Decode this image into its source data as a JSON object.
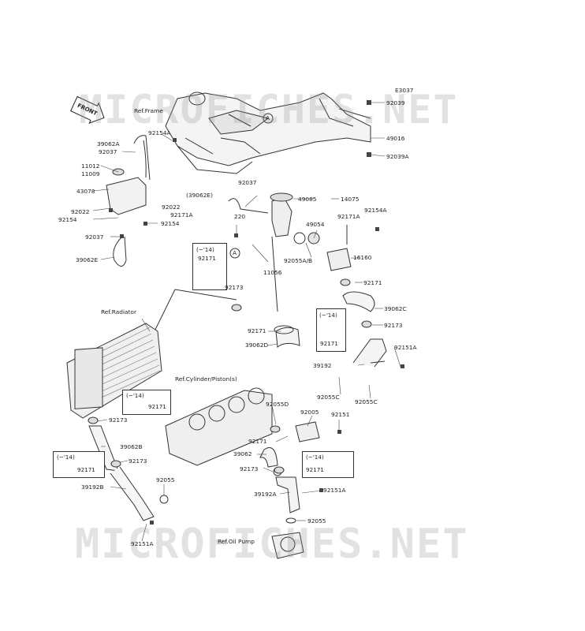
{
  "diagram": {
    "code": "E3037",
    "front_label": "FRONT",
    "watermark": "MICROFICHES.NET",
    "refs": {
      "frame": "Ref.Frame",
      "radiator": "Ref.Radiator",
      "cylinder": "Ref.Cylinder/Piston(s)",
      "oil_pump": "Ref.Oil Pump"
    },
    "callout_a": "A",
    "year_note": "(~'14)",
    "parts": {
      "p92039": "92039",
      "p49016": "49016",
      "p92039A": "92039A",
      "p92154A_top": "92154A",
      "p39062A": "39062A",
      "p92037_a": "92037",
      "p11012": "11012",
      "p11009": "11009",
      "p43078": "43078",
      "p92022_a": "92022",
      "p92022_b": "92022",
      "p92154_a": "92154",
      "p92171A_a": "92171A",
      "p92154_b": "92154",
      "p92037_b": "92037",
      "p39062E": "39062E",
      "p39062E_paren": "(39062E)",
      "p92037_c": "92037",
      "p220": "220",
      "p11056": "11056",
      "p49085": "49085",
      "p14075": "14075",
      "p49054": "49054",
      "p92055AB": "92055A/B",
      "p92171A_b": "92171A",
      "p92154A_b": "92154A",
      "p16160": "16160",
      "p92171_box1": "92171",
      "p92173_a": "92173",
      "p92171_a": "92171",
      "p39062C": "39062C",
      "p92171_box2": "92171",
      "p92173_b": "92173",
      "p92171_b": "92171",
      "p39062D": "39062D",
      "p92151A_a": "92151A",
      "p39192": "39192",
      "p92055C_a": "92055C",
      "p92055C_b": "92055C",
      "p92171_box3": "92171",
      "p92173_c": "92173",
      "p92055D": "92055D",
      "p92005": "92005",
      "p92151": "92151",
      "p92171_c": "92171",
      "p39062B": "39062B",
      "p92173_d": "92173",
      "p92171_box4": "92171",
      "p39062": "39062",
      "p92173_e": "92173",
      "p92171_box5": "92171",
      "p39192B": "39192B",
      "p92055_a": "92055",
      "p39192A": "39192A",
      "p92151A_b": "92151A",
      "p92055_b": "92055",
      "p92151A_c": "92151A"
    }
  }
}
